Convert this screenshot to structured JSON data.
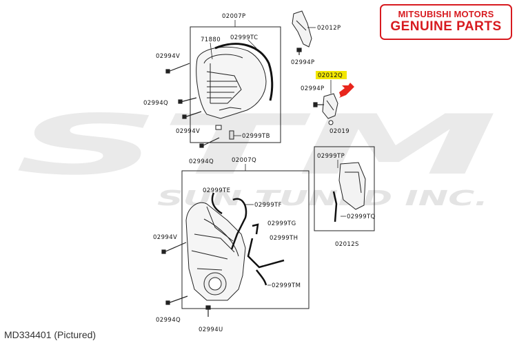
{
  "badge": {
    "line1": "MITSUBISHI MOTORS",
    "line2": "GENUINE PARTS",
    "color": "#d71a1f"
  },
  "watermark": {
    "logo": "STM",
    "tagline": "SUN TUNED INC.",
    "color": "#c8c8c8"
  },
  "caption": "MD334401  (Pictured)",
  "highlight_color": "#f2e600",
  "arrow_color": "#e8251c",
  "labels": {
    "p02007P": "02007P",
    "p71880": "71880",
    "p02999TC": "02999TC",
    "p02994V_a": "02994V",
    "p02994Q_a": "02994Q",
    "p02994V_b": "02994V",
    "p02999TB": "02999TB",
    "p02994Q_b": "02994Q",
    "p02012P": "02012P",
    "p02994P_a": "02994P",
    "p02012Q": "02012Q",
    "p02994P_b": "02994P",
    "p02019": "02019",
    "p02007Q": "02007Q",
    "p02999TE": "02999TE",
    "p02999TF": "02999TF",
    "p02999TG": "02999TG",
    "p02999TH": "02999TH",
    "p02999TM": "02999TM",
    "p02994V_c": "02994V",
    "p02994Q_c": "02994Q",
    "p02994U": "02994U",
    "p02999TP": "02999TP",
    "p02999TQ": "02999TQ",
    "p02012S": "02012S"
  }
}
